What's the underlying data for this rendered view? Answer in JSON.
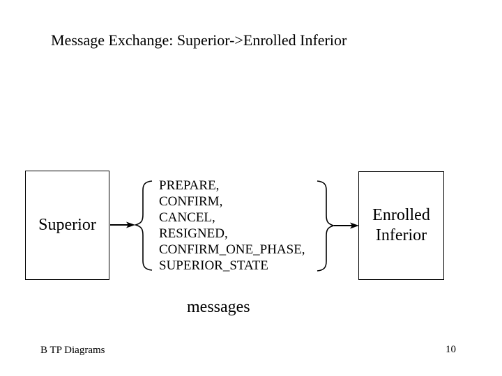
{
  "slide": {
    "title": "Message Exchange: Superior->Enrolled Inferior",
    "superior_box_label": "Superior",
    "inferior_box_label": "Enrolled Inferior",
    "messages": [
      "PREPARE,",
      "CONFIRM,",
      "CANCEL,",
      "RESIGNED,",
      "CONFIRM_ONE_PHASE,",
      "SUPERIOR_STATE"
    ],
    "messages_label": "messages",
    "footer_text": "B TP Diagrams",
    "page_number": "10",
    "colors": {
      "background": "#ffffff",
      "foreground": "#000000"
    }
  }
}
